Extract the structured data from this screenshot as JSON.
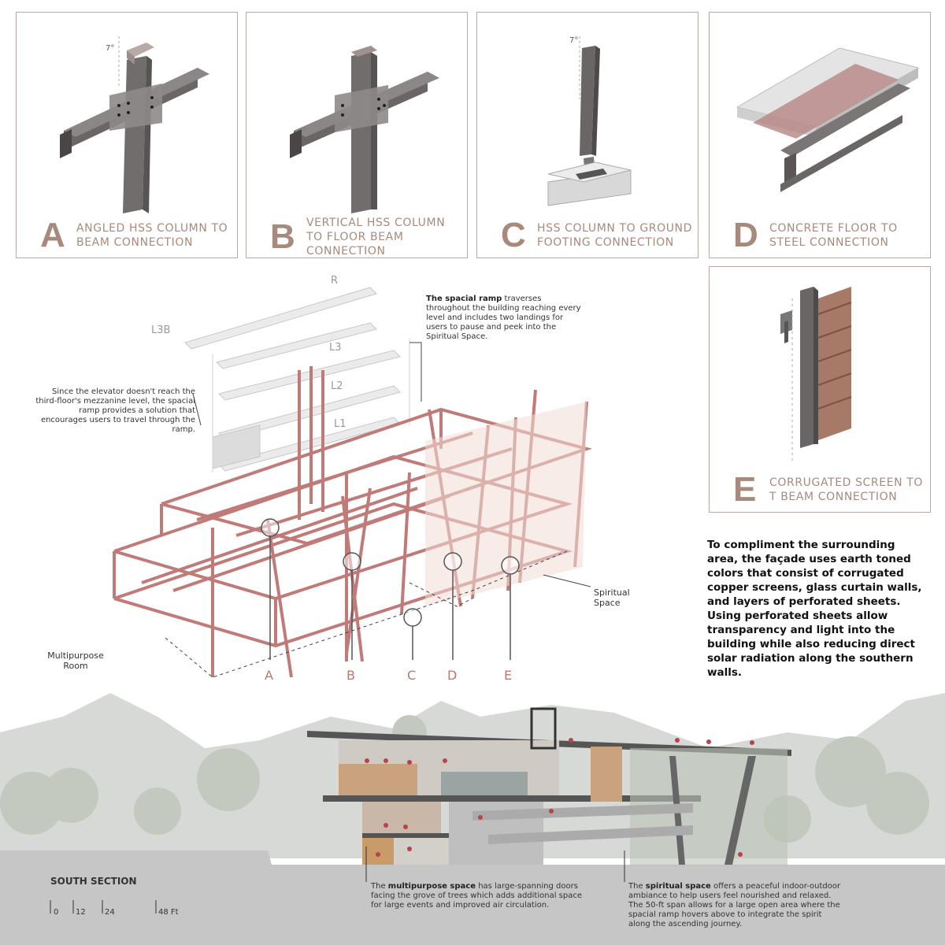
{
  "panels": [
    {
      "letter": "A",
      "title": "ANGLED HSS COLUMN TO BEAM CONNECTION",
      "angle": "7°"
    },
    {
      "letter": "B",
      "title": "VERTICAL HSS COLUMN TO FLOOR BEAM CONNECTION"
    },
    {
      "letter": "C",
      "title": "HSS COLUMN TO GROUND FOOTING CONNECTION",
      "angle": "7°"
    },
    {
      "letter": "D",
      "title": "CONCRETE FLOOR TO STEEL CONNECTION"
    },
    {
      "letter": "E",
      "title": "CORRUGATED SCREEN TO T BEAM CONNECTION"
    }
  ],
  "axon": {
    "levels": [
      "R",
      "L3B",
      "L3",
      "L2",
      "L1"
    ],
    "ramp_note_bold": "The spacial ramp",
    "ramp_note_rest": "traverses throughout the building reaching every level and includes two landings for users to pause and peek into the Spiritual Space.",
    "elevator_note": "Since the elevator doesn't reach the third-floor's mezzanine level, the spacial ramp provides a solution that encourages users to travel through the ramp.",
    "callouts": [
      "A",
      "B",
      "C",
      "D",
      "E"
    ],
    "spiritual_label": "Spiritual Space",
    "multipurpose_label": "Multipurpose Room"
  },
  "facade_text": "To compliment the surrounding area, the façade uses earth toned colors that consist of corrugated copper screens, glass curtain walls, and layers of perforated sheets. Using perforated sheets allow transparency and light into the building while also reducing direct solar radiation along the southern walls.",
  "section": {
    "title": "SOUTH SECTION",
    "scale": [
      "0",
      "12",
      "24",
      "48 Ft"
    ],
    "multipurpose_bold": "multipurpose space",
    "multipurpose_pre": "The",
    "multipurpose_rest": "has large-spanning doors facing the grove of trees which adds additional space for large events and improved air circulation.",
    "spiritual_pre": "The",
    "spiritual_bold": "spiritual space",
    "spiritual_rest": "offers a peaceful indoor-outdoor ambiance to help users feel nourished and relaxed. The 50-ft span allows for a large open area where the spacial ramp hovers above to integrate the spirit along the ascending journey."
  },
  "colors": {
    "accent": "#a88a7d",
    "frame": "#b7796c",
    "steel": "#5a5656",
    "ground": "#c9c9c9"
  }
}
